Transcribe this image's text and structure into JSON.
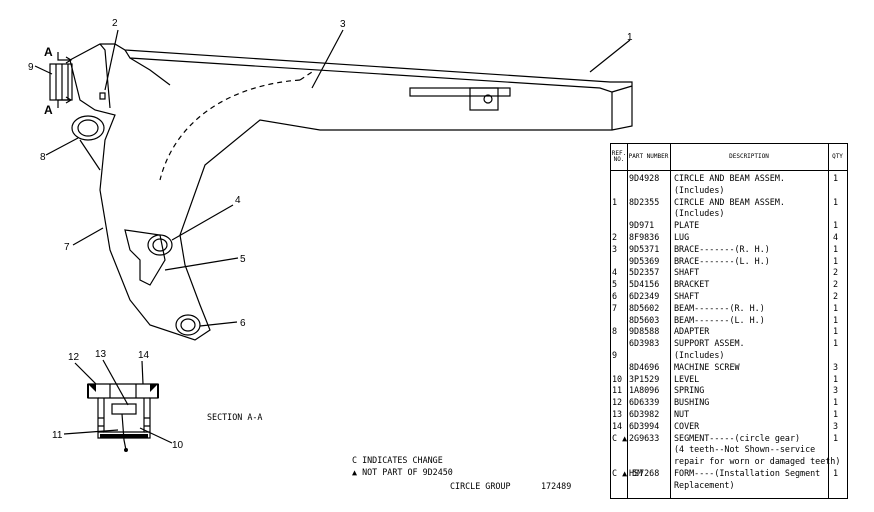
{
  "callouts": [
    "1",
    "2",
    "3",
    "4",
    "5",
    "6",
    "7",
    "8",
    "9",
    "10",
    "11",
    "12",
    "13",
    "14"
  ],
  "section_marks": {
    "top": "A",
    "bottom": "A"
  },
  "section_label": "SECTION A-A",
  "table": {
    "headers": {
      "ref": "REF. NO.",
      "part": "PART NUMBER",
      "desc": "DESCRIPTION",
      "qty": "QTY"
    },
    "rows": [
      {
        "ref": "",
        "part": "9D4928",
        "desc": "CIRCLE AND BEAM ASSEM.",
        "qty": "1"
      },
      {
        "ref": "",
        "part": "",
        "desc": "(Includes)",
        "qty": ""
      },
      {
        "ref": "1",
        "part": "8D2355",
        "desc": "CIRCLE AND BEAM ASSEM.",
        "qty": "1"
      },
      {
        "ref": "",
        "part": "",
        "desc": "(Includes)",
        "qty": ""
      },
      {
        "ref": "",
        "part": "9D971",
        "desc": "PLATE",
        "qty": "1"
      },
      {
        "ref": "2",
        "part": "8F9836",
        "desc": "LUG",
        "qty": "4"
      },
      {
        "ref": "3",
        "part": "9D5371",
        "desc": "BRACE-------(R. H.)",
        "qty": "1"
      },
      {
        "ref": "",
        "part": "9D5369",
        "desc": "BRACE-------(L. H.)",
        "qty": "1"
      },
      {
        "ref": "4",
        "part": "5D2357",
        "desc": "SHAFT",
        "qty": "2"
      },
      {
        "ref": "5",
        "part": "5D4156",
        "desc": "BRACKET",
        "qty": "2"
      },
      {
        "ref": "6",
        "part": "6D2349",
        "desc": "SHAFT",
        "qty": "2"
      },
      {
        "ref": "7",
        "part": "8D5602",
        "desc": "BEAM-------(R. H.)",
        "qty": "1"
      },
      {
        "ref": "",
        "part": "8D5603",
        "desc": "BEAM-------(L. H.)",
        "qty": "1"
      },
      {
        "ref": "8",
        "part": "9D8588",
        "desc": "ADAPTER",
        "qty": "1"
      },
      {
        "ref": "",
        "part": "6D3983",
        "desc": "SUPPORT ASSEM.",
        "qty": "1"
      },
      {
        "ref": "9",
        "part": "",
        "desc": "(Includes)",
        "qty": ""
      },
      {
        "ref": "",
        "part": "8D4696",
        "desc": "MACHINE SCREW",
        "qty": "3"
      },
      {
        "ref": "10",
        "part": "3P1529",
        "desc": "LEVEL",
        "qty": "1"
      },
      {
        "ref": "11",
        "part": "1A8096",
        "desc": "SPRING",
        "qty": "3"
      },
      {
        "ref": "12",
        "part": "6D6339",
        "desc": "BUSHING",
        "qty": "1"
      },
      {
        "ref": "13",
        "part": "6D3982",
        "desc": "NUT",
        "qty": "1"
      },
      {
        "ref": "14",
        "part": "6D3994",
        "desc": "COVER",
        "qty": "3"
      },
      {
        "ref": "C ▲",
        "part": "2G9633",
        "desc": "SEGMENT-----(circle gear)",
        "qty": "1"
      },
      {
        "ref": "",
        "part": "",
        "desc": "(4 teeth--Not Shown--service",
        "qty": ""
      },
      {
        "ref": "",
        "part": "",
        "desc": "repair for worn or damaged teeth)",
        "qty": ""
      },
      {
        "ref": "C ▲ 5M",
        "part": "HS7268",
        "desc": "FORM----(Installation Segment",
        "qty": "1"
      },
      {
        "ref": "",
        "part": "",
        "desc": "Replacement)",
        "qty": ""
      }
    ]
  },
  "notes": {
    "change": "C INDICATES CHANGE",
    "not_part": "▲ NOT PART OF 9D2450",
    "group": "CIRCLE GROUP",
    "number": "172489"
  }
}
